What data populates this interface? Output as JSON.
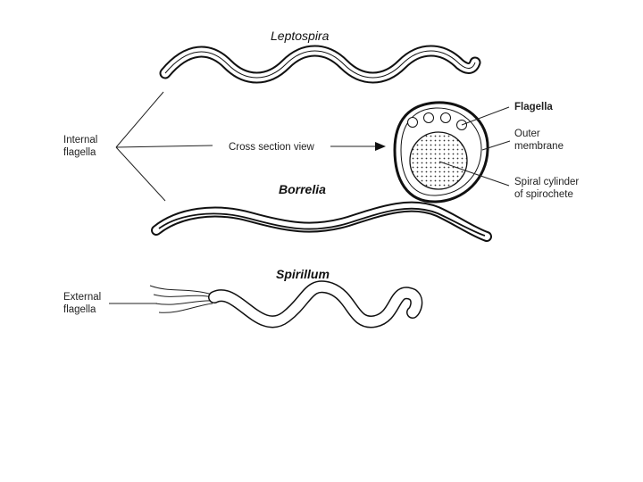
{
  "titles": {
    "leptospira": "Leptospira",
    "borrelia": "Borrelia",
    "spirillum": "Spirillum"
  },
  "labels": {
    "internal_flagella_1": "Internal",
    "internal_flagella_2": "flagella",
    "cross_section": "Cross section view",
    "flagella": "Flagella",
    "outer_membrane_1": "Outer",
    "outer_membrane_2": "membrane",
    "spiral_cylinder_1": "Spiral cylinder",
    "spiral_cylinder_2": "of spirochete",
    "external_flagella_1": "External",
    "external_flagella_2": "flagella"
  }
}
